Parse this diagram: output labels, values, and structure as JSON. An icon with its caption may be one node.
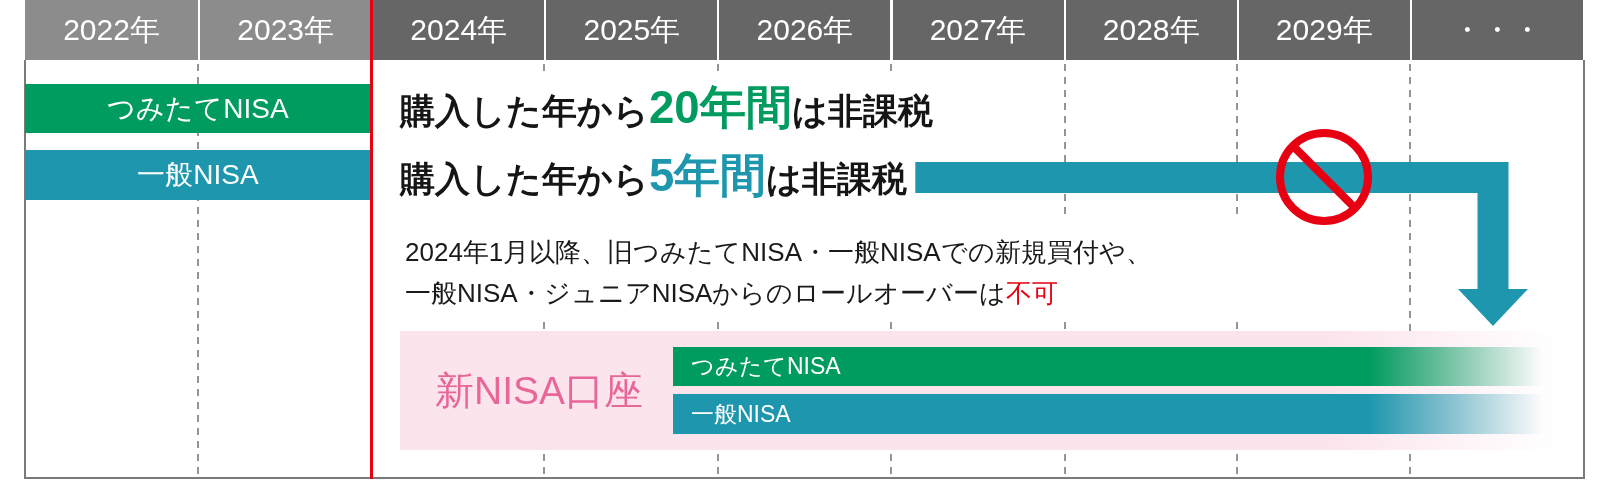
{
  "diagram": {
    "nodes": [
      {
        "text": [
          "つみたてNISA"
        ]
      },
      {
        "text": [
          "一般NISA"
        ]
      },
      {
        "text": [
          "購入した年から**5年間**は非課税"
        ]
      },
      {
        "text": [
          "新NISA口座"
        ]
      },
      {
        "text": [
          "つみたてNISA"
        ],
        "in": 3
      },
      {
        "text": [
          "一般NISA"
        ],
        "in": 3
      }
    ],
    "edges": [
      {
        "from": 2,
        "to": 3,
        "arrow": "to"
      }
    ],
    "labels": [
      "2022年",
      "2023年",
      "2024年",
      "2025年",
      "2026年",
      "2027年",
      "2028年",
      "2029年",
      "・・・",
      "購入した年から**20年間**は非課税",
      "2024年1月以降、旧つみたてNISA・一般NISAでの新規買付や、一般NISA・ジュニアNISAからのロールオーバーは**不可**"
    ]
  }
}
